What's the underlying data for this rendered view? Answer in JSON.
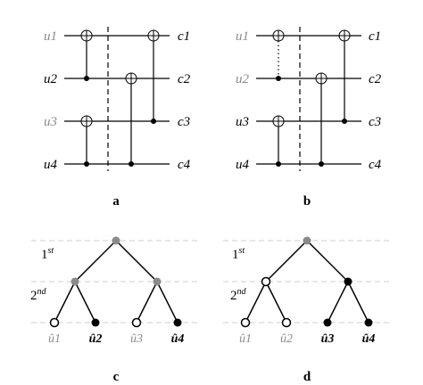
{
  "panel_a": {
    "label": "a",
    "inputs": [
      "u1",
      "u2",
      "u3",
      "u4"
    ],
    "outputs": [
      "c1",
      "c2",
      "c3",
      "c4"
    ],
    "gray_inputs": [
      true,
      false,
      true,
      false
    ]
  },
  "panel_b": {
    "label": "b",
    "inputs": [
      "u1",
      "u2",
      "u3",
      "u4"
    ],
    "outputs": [
      "c1",
      "c2",
      "c3",
      "c4"
    ],
    "gray_inputs": [
      true,
      true,
      false,
      false
    ]
  },
  "panel_c": {
    "label": "c",
    "level1": "1st",
    "level2": "2nd",
    "leaves": [
      "û1",
      "û2",
      "û3",
      "û4"
    ],
    "gray_leaves": [
      true,
      false,
      true,
      false
    ]
  },
  "panel_d": {
    "label": "d",
    "level1": "1st",
    "level2": "2nd",
    "leaves": [
      "û1",
      "û2",
      "û3",
      "û4"
    ],
    "gray_leaves": [
      true,
      true,
      false,
      false
    ]
  },
  "colors": {
    "gray": "#8a8a8a",
    "black": "#000000",
    "level_line": "#cfcfcf"
  }
}
